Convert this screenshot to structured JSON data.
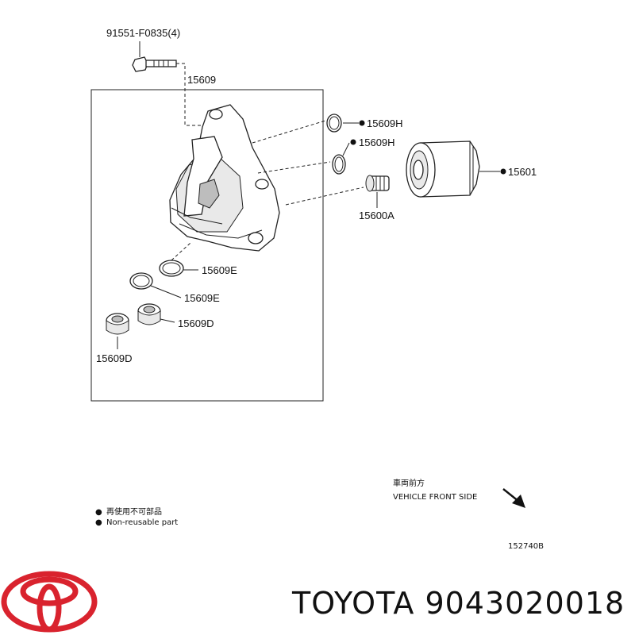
{
  "labels": {
    "bolt": "91551-F0835(4)",
    "housing": "15609",
    "oring_h1": "15609H",
    "oring_h2": "15609H",
    "filter": "15601",
    "union": "15600A",
    "gasket_e1": "15609E",
    "gasket_e2": "15609E",
    "plug_d1": "15609D",
    "plug_d2": "15609D"
  },
  "legend": {
    "bullet": "●",
    "line_jp": "再使用不可部品",
    "line_en": "Non-reusable part"
  },
  "direction": {
    "line_jp": "車両前方",
    "line_en": "VEHICLE FRONT SIDE"
  },
  "figure_code": "152740B",
  "brand": {
    "name": "TOYOTA",
    "part_number": "9043020018",
    "logo_color": "#d9232e"
  }
}
